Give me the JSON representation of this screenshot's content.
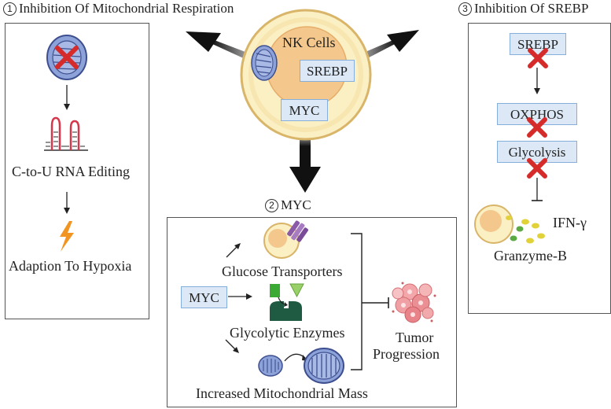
{
  "panel1": {
    "number": "1",
    "title": "Inhibition Of Mitochondrial Respiration",
    "rna_label": "C-to-U RNA Editing",
    "outcome": "Adaption To Hypoxia"
  },
  "center": {
    "cell_label": "NK Cells",
    "srebp_label": "SREBP",
    "myc_label": "MYC"
  },
  "panel2": {
    "number": "2",
    "title": "MYC",
    "myc_box": "MYC",
    "glucose": "Glucose Transporters",
    "enzymes": "Glycolytic Enzymes",
    "mito_mass": "Increased Mitochondrial Mass",
    "tumor_line1": "Tumor",
    "tumor_line2": "Progression"
  },
  "panel3": {
    "number": "3",
    "title": "Inhibition Of SREBP",
    "srebp": "SREBP",
    "oxphos": "OXPHOS",
    "glycolysis": "Glycolysis",
    "ifn": "IFN-γ",
    "granzyme": "Granzyme-B"
  },
  "colors": {
    "tag_fill": "#dce8f6",
    "tag_border": "#86aedb",
    "inhibit_x": "#d62b2b",
    "mito_fill": "#8da2d8",
    "cell_fill": "#fbefc4",
    "nucleus_fill": "#f4c88c",
    "lightning": "#f29422",
    "tumor": "#ea8f93"
  }
}
